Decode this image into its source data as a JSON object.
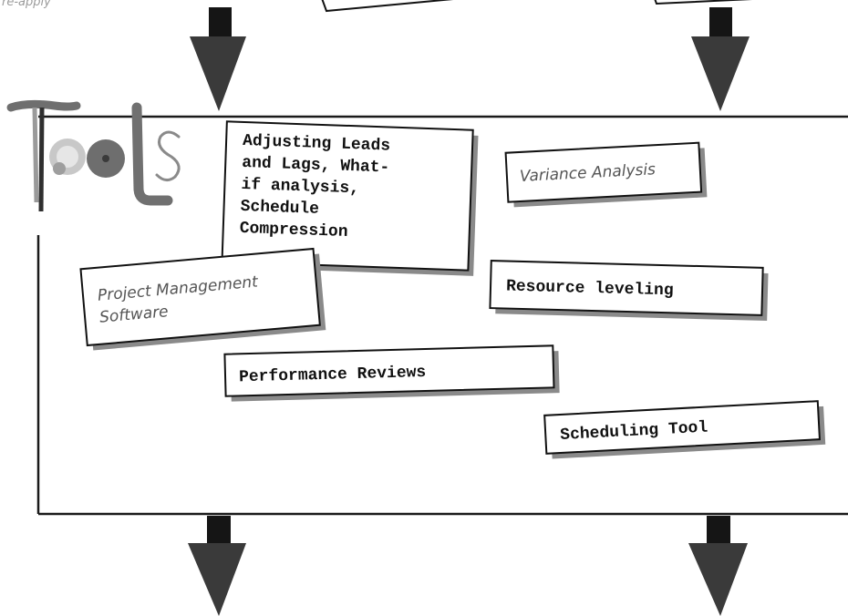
{
  "section_title": "Tools",
  "corner_fragment": "re-apply",
  "cards": [
    {
      "lines": [
        "Adjusting Leads",
        "and Lags, What-",
        "if analysis,",
        "Schedule",
        "Compression"
      ],
      "style": "mono"
    },
    {
      "lines": [
        "Variance Analysis"
      ],
      "style": "hand"
    },
    {
      "lines": [
        "Project Management",
        "Software"
      ],
      "style": "hand"
    },
    {
      "lines": [
        "Resource leveling"
      ],
      "style": "mono"
    },
    {
      "lines": [
        "Performance Reviews"
      ],
      "style": "mono"
    },
    {
      "lines": [
        "Scheduling Tool"
      ],
      "style": "mono"
    }
  ],
  "colors": {
    "arrow": "#151515",
    "frame": "#1a1a1a",
    "card_text": "#111111",
    "handwritten_text": "#555555"
  }
}
